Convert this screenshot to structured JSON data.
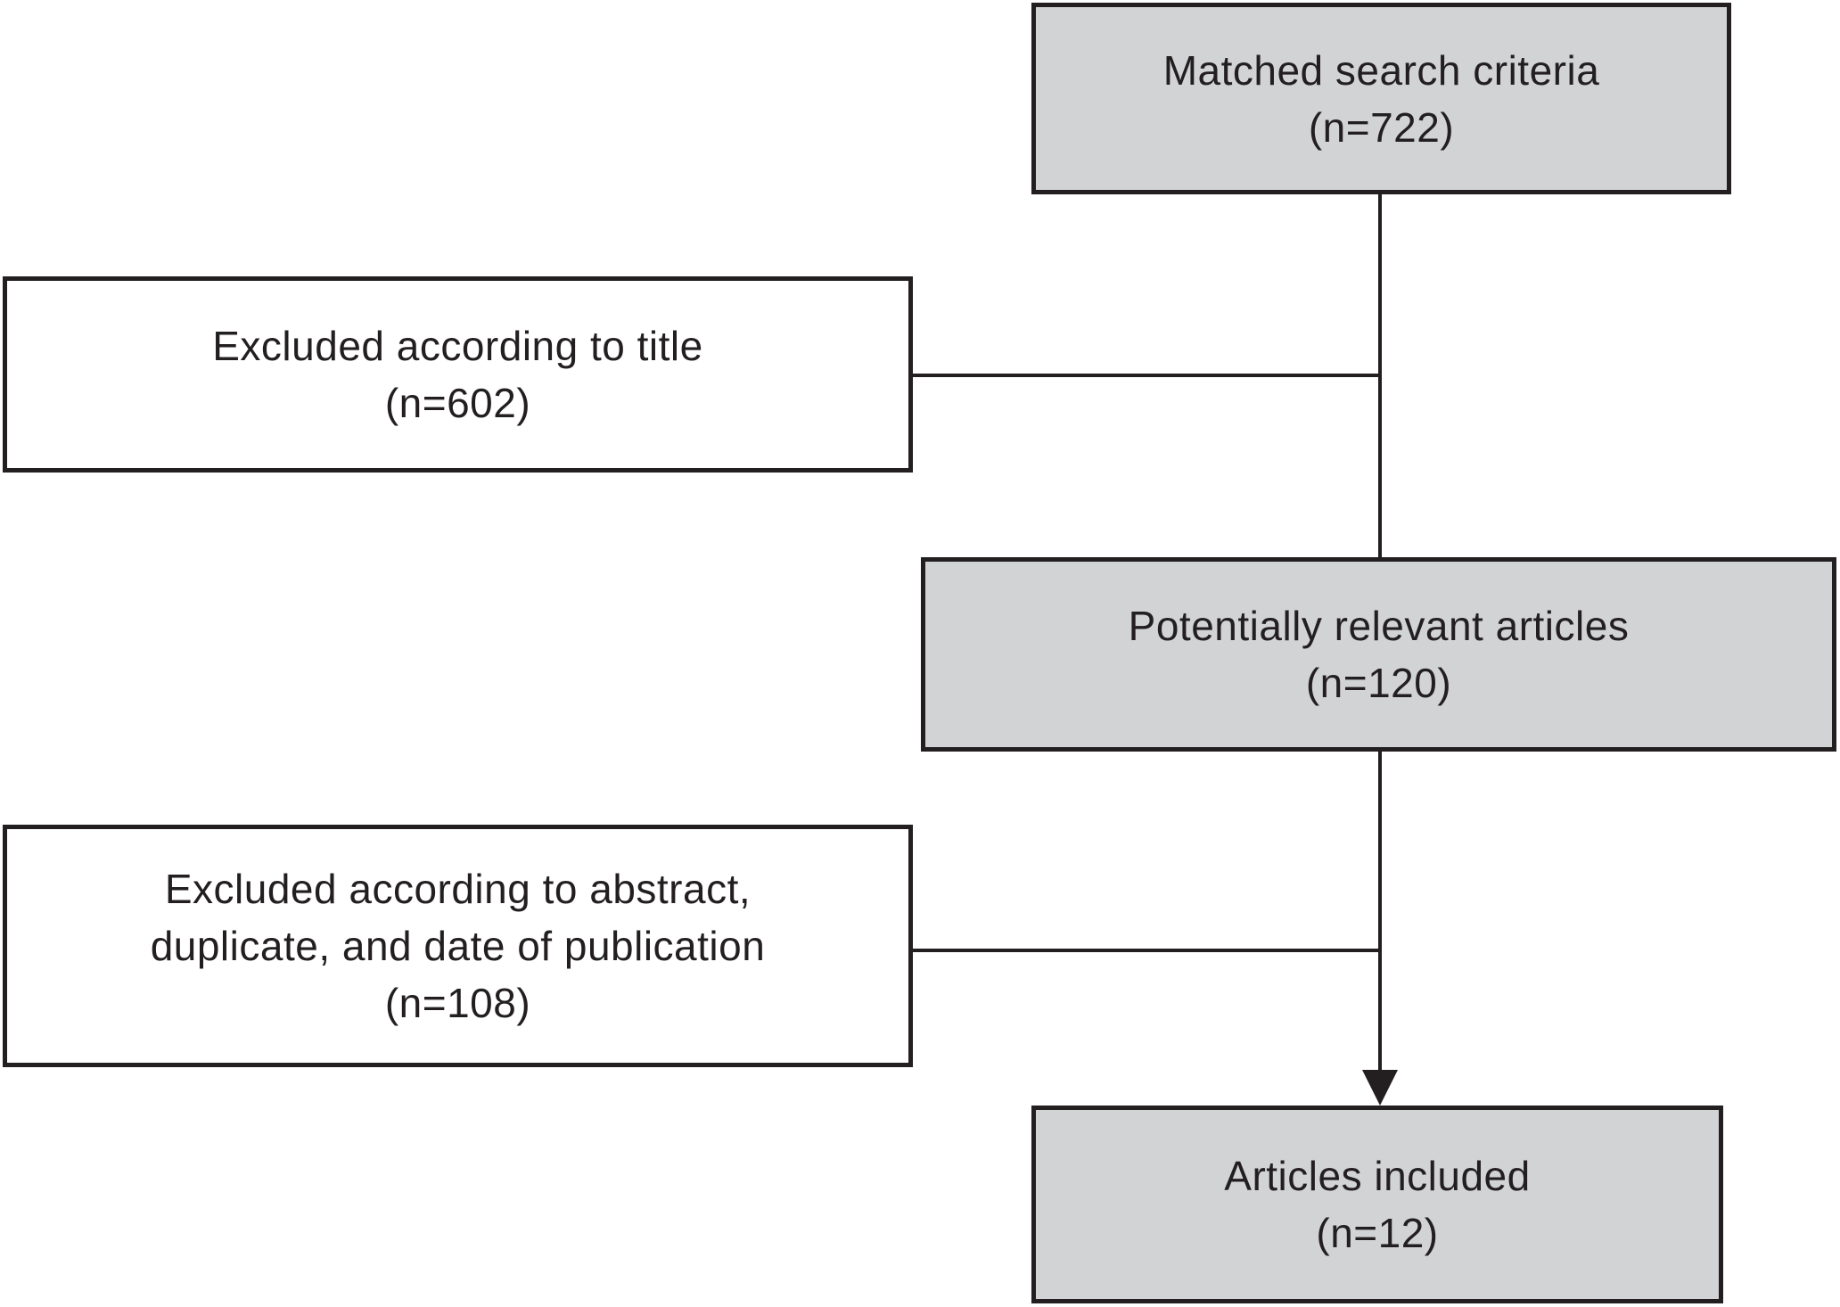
{
  "diagram": {
    "kind": "article-selection-flowchart",
    "colors": {
      "node_fill_gray": "#d2d3d5",
      "node_fill_white": "#ffffff",
      "line_and_border": "#231f20",
      "text": "#231f20",
      "background": "#ffffff"
    },
    "nodes": {
      "matched": {
        "line1": "Matched search criteria",
        "line2": "(n=722)",
        "count": 722,
        "fill": "gray"
      },
      "excluded_title": {
        "line1": "Excluded according to title",
        "line2": "(n=602)",
        "count": 602,
        "fill": "white"
      },
      "potentially_relevant": {
        "line1": "Potentially relevant articles",
        "line2": "(n=120)",
        "count": 120,
        "fill": "gray"
      },
      "excluded_abstract": {
        "line1": "Excluded according to abstract,",
        "line2": "duplicate, and date of publication",
        "line3": "(n=108)",
        "count": 108,
        "fill": "white"
      },
      "articles_included": {
        "line1": "Articles included",
        "line2": "(n=12)",
        "count": 12,
        "fill": "gray"
      }
    },
    "edges": [
      {
        "from": "matched",
        "to": "potentially_relevant",
        "arrowhead": false
      },
      {
        "from": "excluded_title",
        "to": "main-flow-line",
        "arrowhead": false
      },
      {
        "from": "potentially_relevant",
        "to": "articles_included",
        "arrowhead": true
      },
      {
        "from": "excluded_abstract",
        "to": "main-flow-line",
        "arrowhead": false
      }
    ]
  }
}
